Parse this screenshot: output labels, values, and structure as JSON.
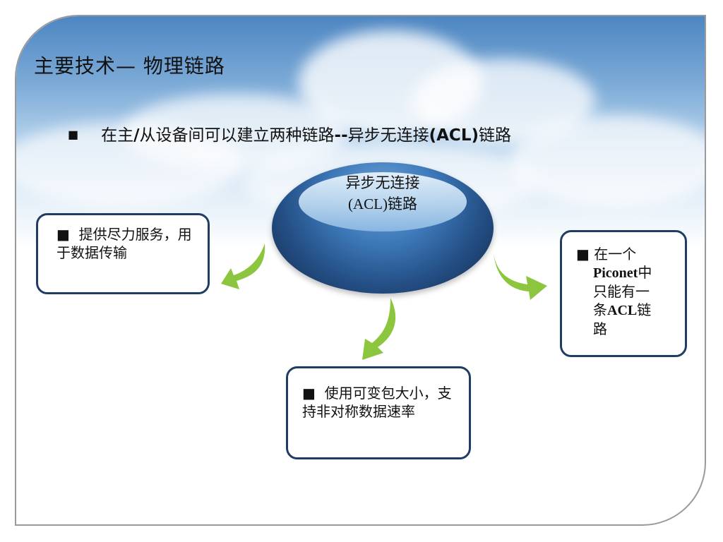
{
  "title": "主要技术— 物理链路",
  "bullet": {
    "marker": "■",
    "text_before": "在主",
    "slash": "/",
    "text_mid": "从设备间可以建立两种链路",
    "dashes": "--",
    "text_after": "异步无连接",
    "acl": "(ACL)",
    "text_end": "链路"
  },
  "center_node": {
    "line1": "异步无连接",
    "line2": "(ACL)链路"
  },
  "boxes": {
    "left": {
      "marker": "■",
      "text": "提供尽力服务，用于数据传输"
    },
    "right": {
      "marker": "■",
      "line1": "在一个",
      "line2_latin": "Piconet",
      "line2_cjk": "中",
      "line3": "只能有一",
      "line4_cjk": "条",
      "line4_latin": "ACL",
      "line4_end": "链",
      "line5": "路"
    },
    "bottom": {
      "marker": "■",
      "text": "使用可变包大小，支持非对称数据速率"
    }
  },
  "colors": {
    "box_border": "#1f3d63",
    "arrow": "#8cc63f",
    "oval_dark": "#13294a",
    "oval_light": "#6ea3d8"
  }
}
